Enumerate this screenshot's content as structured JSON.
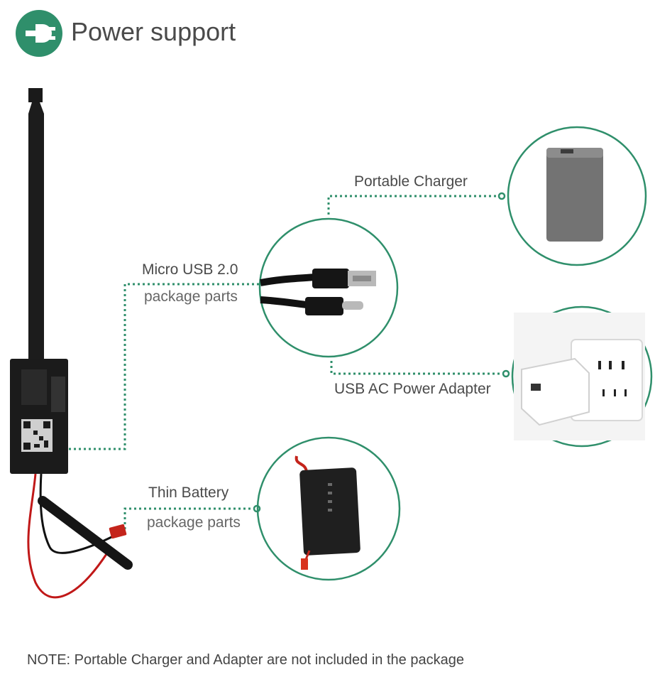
{
  "header": {
    "icon": "power-plug-icon",
    "title": "Power support",
    "accent_color": "#2f8f6b"
  },
  "labels": {
    "micro_usb_title": "Micro USB 2.0",
    "micro_usb_sub": "package parts",
    "portable_charger": "Portable Charger",
    "usb_ac_adapter": "USB AC Power Adapter",
    "thin_battery_title": "Thin Battery",
    "thin_battery_sub": "package parts"
  },
  "note": "NOTE: Portable Charger and Adapter are not included in the package",
  "images": {
    "camera_module": "camera-module-image",
    "usb_cable": "usb-cable-image",
    "power_bank": "portable-charger-image",
    "wall_adapter": "usb-ac-adapter-image",
    "battery": "thin-battery-image"
  }
}
